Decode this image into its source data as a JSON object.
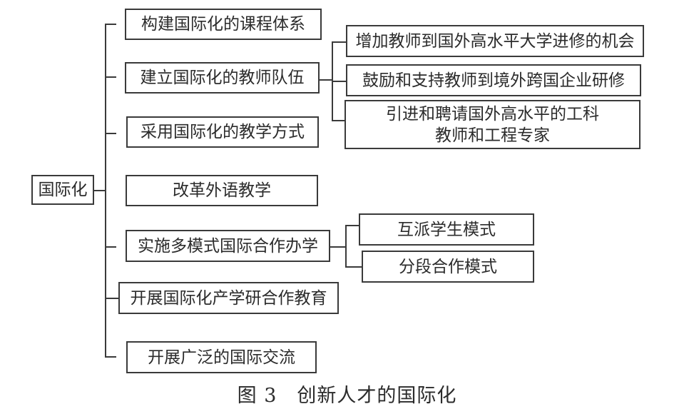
{
  "root": "国际化",
  "branches": [
    "构建国际化的课程体系",
    "建立国际化的教师队伍",
    "采用国际化的教学方式",
    "改革外语教学",
    "实施多模式国际合作办学",
    "开展国际化产学研合作教育",
    "开展广泛的国际交流"
  ],
  "teacher_sub": [
    "增加教师到国外高水平大学进修的机会",
    "鼓励和支持教师到境外跨国企业研修",
    [
      "引进和聘请国外高水平的工科",
      "教师和工程专家"
    ]
  ],
  "coop_sub": [
    "互派学生模式",
    "分段合作模式"
  ],
  "caption": "图 3　创新人才的国际化"
}
